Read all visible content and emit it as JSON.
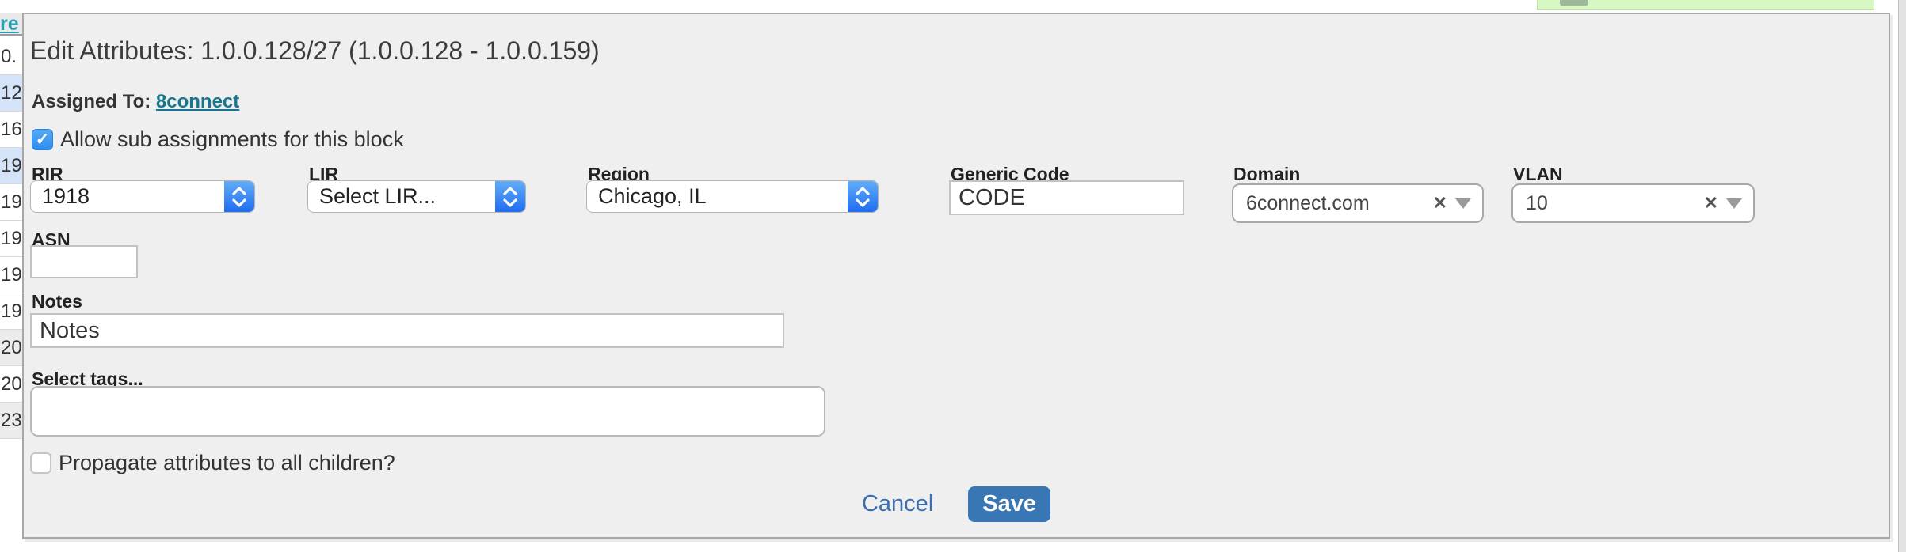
{
  "background": {
    "list_fragment": {
      "header": "re",
      "rows": [
        {
          "text": "0.",
          "bg": "white"
        },
        {
          "text": "12",
          "bg": "blue"
        },
        {
          "text": "16",
          "bg": "white"
        },
        {
          "text": "19",
          "bg": "blue"
        },
        {
          "text": "19",
          "bg": "white"
        },
        {
          "text": "19",
          "bg": "white"
        },
        {
          "text": "19",
          "bg": "white"
        },
        {
          "text": "19",
          "bg": "white"
        },
        {
          "text": "20",
          "bg": "gray"
        },
        {
          "text": "20",
          "bg": "white"
        },
        {
          "text": "23",
          "bg": "gray"
        }
      ]
    },
    "toast_color": "#d7f7c3"
  },
  "modal": {
    "title": "Edit Attributes: 1.0.0.128/27 (1.0.0.128 - 1.0.0.159)",
    "assigned_to": {
      "label": "Assigned To:",
      "value": "8connect"
    },
    "allow_sub": {
      "label": "Allow sub assignments for this block",
      "checked": true
    },
    "fields": {
      "rir": {
        "label": "RIR",
        "value": "1918"
      },
      "lir": {
        "label": "LIR",
        "value": "Select LIR..."
      },
      "region": {
        "label": "Region",
        "value": "Chicago, IL"
      },
      "generic_code": {
        "label": "Generic Code",
        "value": "CODE"
      },
      "domain": {
        "label": "Domain",
        "value": "6connect.com"
      },
      "vlan": {
        "label": "VLAN",
        "value": "10"
      },
      "asn": {
        "label": "ASN",
        "value": ""
      },
      "notes": {
        "label": "Notes",
        "value": "Notes"
      },
      "tags": {
        "label": "Select tags...",
        "value": ""
      }
    },
    "propagate": {
      "label": "Propagate attributes to all children?",
      "checked": false
    },
    "actions": {
      "cancel": "Cancel",
      "save": "Save"
    },
    "icons": {
      "check": "✓",
      "clear": "✕",
      "dropdown": "dropdown-arrow",
      "stepper": "up-down-chevrons"
    },
    "colors": {
      "save_button": "#3877b3",
      "cancel_link": "#3b6fb1",
      "link": "#17768d",
      "checkbox_checked": "#2e8ded",
      "modal_bg": "#efefef",
      "row_highlight": "#d4e3f8"
    }
  }
}
